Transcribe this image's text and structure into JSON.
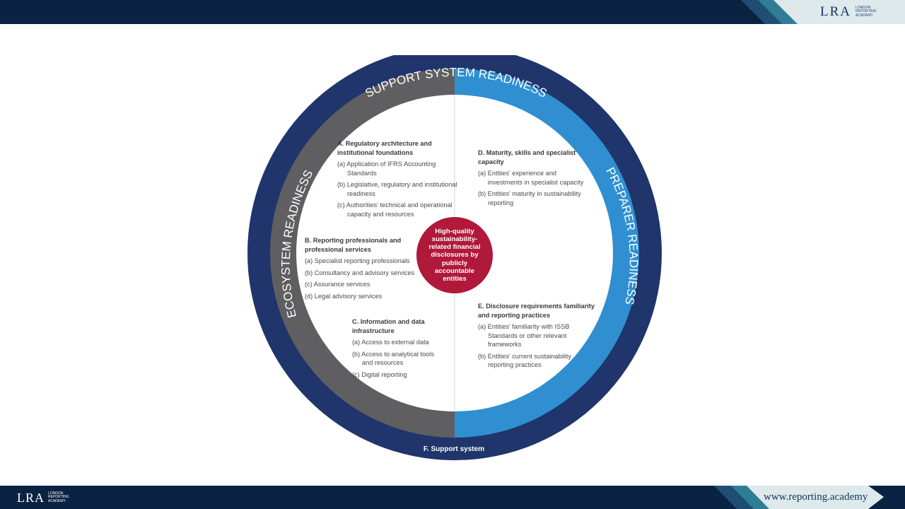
{
  "header": {
    "logo_text": "LRA",
    "logo_subtext": "LONDON REPORTING ACADEMY"
  },
  "footer": {
    "logo_text": "LRA",
    "logo_subtext": "LONDON REPORTING ACADEMY",
    "website": "www.reporting.academy"
  },
  "colors": {
    "navy": "#1f356b",
    "grey": "#5f5f61",
    "blue": "#2f8fd1",
    "crimson": "#b0193a",
    "bar": "#0b2342"
  },
  "diagram": {
    "ring_titles": {
      "top": "SUPPORT SYSTEM READINESS",
      "left": "ECOSYSTEM READINESS",
      "right": "PREPARER READINESS"
    },
    "center_text": "High-quality sustainability-related financial disclosures by publicly accountable entities",
    "support_label": "F. Support system",
    "blocks": {
      "a": {
        "heading": "A. Regulatory architecture and institutional foundations",
        "items": [
          "(a) Application of IFRS Accounting Standards",
          "(b) Legislative, regulatory and institutional readiness",
          "(c) Authorities' technical and operational capacity and resources"
        ]
      },
      "b": {
        "heading": "B. Reporting professionals and professional services",
        "items": [
          "(a) Specialist reporting professionals",
          "(b) Consultancy and advisory services",
          "(c) Assurance services",
          "(d) Legal advisory services"
        ]
      },
      "c": {
        "heading": "C. Information and data infrastructure",
        "items": [
          "(a) Access to external data",
          "(b) Access to analytical tools and resources",
          "(c) Digital reporting"
        ]
      },
      "d": {
        "heading": "D. Maturity, skills and specialist capacity",
        "items": [
          "(a) Entities' experience and investments in specialist capacity",
          "(b) Entities' maturity in sustainability reporting"
        ]
      },
      "e": {
        "heading": "E. Disclosure requirements familiarity and reporting practices",
        "items": [
          "(a) Entities' familiarity with ISSB Standards or other relevant frameworks",
          "(b) Entities' current sustainability reporting practices"
        ]
      }
    }
  }
}
